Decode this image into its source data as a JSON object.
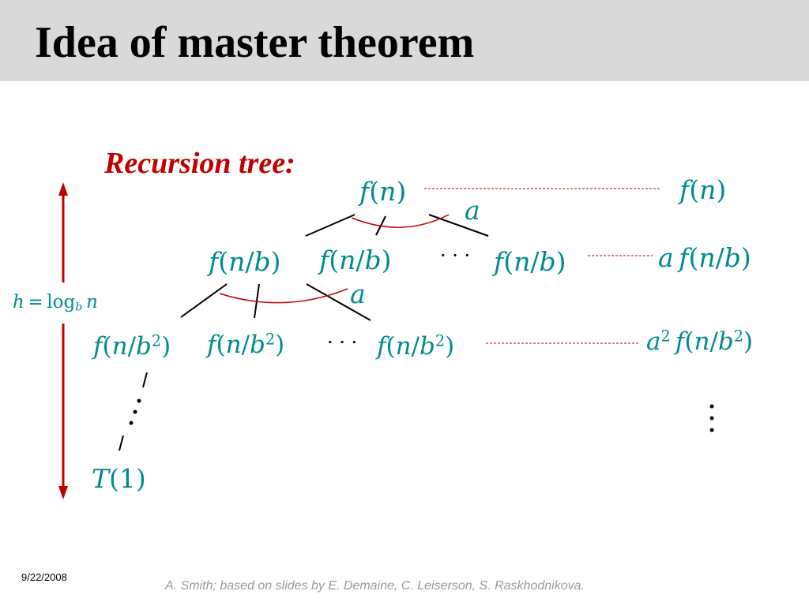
{
  "slide": {
    "title": "Idea of master theorem",
    "subtitle": "Recursion tree:"
  },
  "tree": {
    "root": "f(n)",
    "branch_factor": "a",
    "level1_node": "f(n/b)",
    "level2_node": "f(n/b²)",
    "leaf": "T(1)",
    "height": "h = log_b n"
  },
  "level_costs": {
    "level0": "f(n)",
    "level1": "a f(n/b)",
    "level2": "a² f(n/b²)"
  },
  "colors": {
    "formula": "#008b8b",
    "accent": "#c00000",
    "title_band": "#d9d9d9"
  },
  "footer": {
    "date": "9/22/2008",
    "credit": "A. Smith; based on slides by E. Demaine, C. Leiserson, S. Raskhodnikova."
  }
}
